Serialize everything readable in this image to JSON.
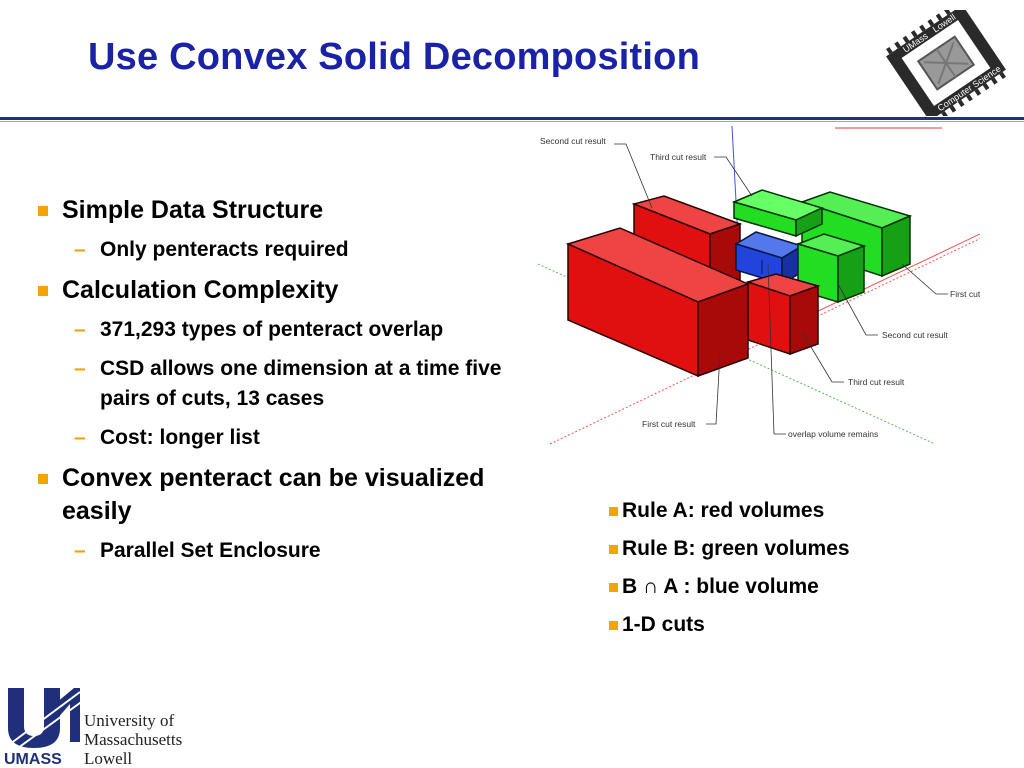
{
  "slide": {
    "title": "Use Convex Solid Decomposition"
  },
  "bullets": [
    {
      "text": "Simple Data Structure",
      "sub": [
        "Only penteracts required"
      ]
    },
    {
      "text": "Calculation Complexity",
      "sub": [
        "371,293 types of penteract overlap",
        "CSD allows one dimension at a time five pairs of cuts, 13 cases",
        "Cost: longer list"
      ]
    },
    {
      "text": "Convex penteract can be visualized easily",
      "sub": [
        "Parallel Set Enclosure"
      ]
    }
  ],
  "figure": {
    "labels": {
      "second_cut_top": "Second cut result",
      "third_cut_top": "Third cut result",
      "first_cut_right": "First cut result",
      "second_cut_right": "Second cut result",
      "third_cut_right": "Third cut result",
      "first_cut_bottom": "First cut result",
      "overlap": "overlap volume remains"
    },
    "colors": {
      "red": "#e01010",
      "green": "#22dd22",
      "blue": "#2244dd"
    }
  },
  "legend": [
    "Rule A: red volumes",
    "Rule B: green volumes",
    "B ∩ A : blue volume",
    "1-D cuts"
  ],
  "logos": {
    "chip": {
      "line1": "UMass",
      "line2": "Lowell",
      "line3": "Computer",
      "line4": "Science"
    },
    "university": {
      "name1": "University  of",
      "name2": "Massachusetts",
      "name3": "Lowell",
      "short": "UMASS"
    }
  }
}
